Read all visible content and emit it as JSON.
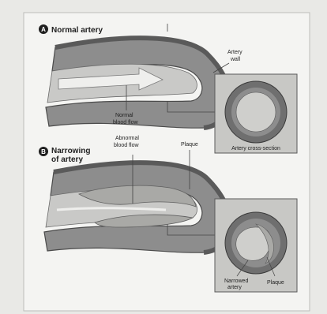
{
  "panels": {
    "a": {
      "badge": "A",
      "title": "Normal artery",
      "labels": {
        "artery_wall": [
          "Artery",
          "wall"
        ],
        "normal_blood_flow": [
          "Normal",
          "blood flow"
        ],
        "cross_section": "Artery cross-section"
      }
    },
    "b": {
      "badge": "B",
      "title": [
        "Narrowing",
        "of artery"
      ],
      "labels": {
        "abnormal_blood_flow": [
          "Abnormal",
          "blood flow"
        ],
        "plaque_top": "Plaque",
        "narrowed_artery": [
          "Narrowed",
          "artery"
        ],
        "plaque_inset": "Plaque"
      }
    }
  },
  "colors": {
    "paper": "#f4f4f2",
    "artery_outer": "#6f6f6f",
    "artery_wall": "#8d8d8d",
    "lumen": "#c9c9c7",
    "flow_arrow": "#efefed",
    "inset_bg": "#c8c8c5",
    "plaque": "#a9a9a6"
  }
}
